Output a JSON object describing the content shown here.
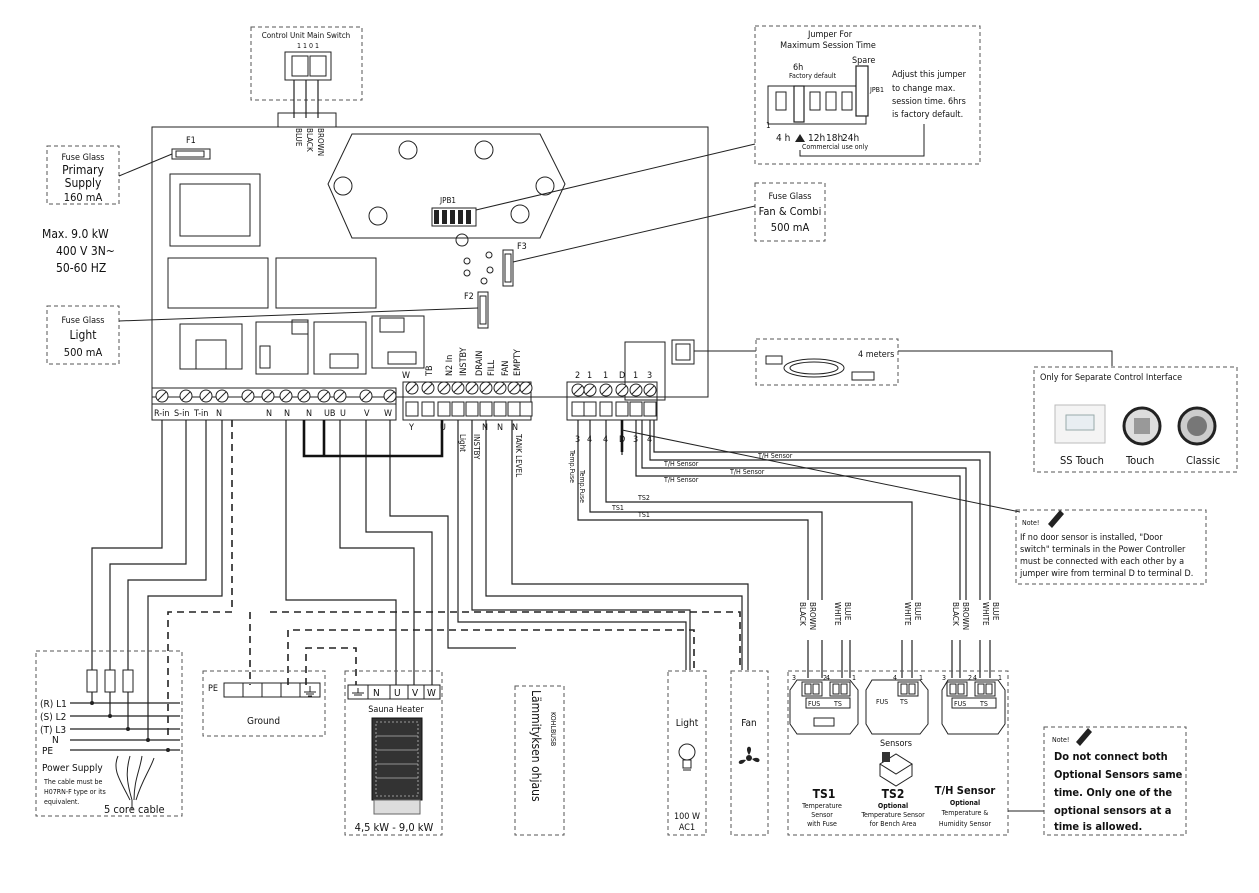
{
  "main_switch": {
    "title": "Control Unit Main Switch",
    "marks": "1 1 0 1"
  },
  "power_wires": {
    "brown": "BROWN",
    "black": "BLACK",
    "blue": "BLUE"
  },
  "fuses": {
    "f1": "F1",
    "f2": "F2",
    "f3": "F3",
    "primary": {
      "l1": "Fuse Glass",
      "l2": "Primary",
      "l3": "Supply",
      "l4": "160 mA"
    },
    "light": {
      "l1": "Fuse Glass",
      "l2": "Light",
      "l3": "500 mA"
    },
    "fan": {
      "l1": "Fuse Glass",
      "l2": "Fan & Combi",
      "l3": "500 mA"
    }
  },
  "rating": {
    "l1": "Max. 9.0 kW",
    "l2": "400 V 3N~",
    "l3": "50-60 HZ"
  },
  "jpb1": "JPB1",
  "jumper": {
    "title1": "Jumper For",
    "title2": "Maximum Session Time",
    "h6": "6h",
    "factory": "Factory default",
    "spare": "Spare",
    "jpb1": "JPB1",
    "one": "1",
    "h4": "4 h",
    "h12": "12h",
    "h18": "18h",
    "h24": "24h",
    "commercial": "Commercial use only",
    "note1": "Adjust this jumper",
    "note2": "to change max.",
    "note3": "session time. 6hrs",
    "note4": "is factory default."
  },
  "cable": {
    "length": "4 meters"
  },
  "control_interface": {
    "title": "Only for Separate Control Interface",
    "ss": "SS Touch",
    "touch": "Touch",
    "classic": "Classic"
  },
  "terminals": {
    "main": [
      "R-in",
      "S-in",
      "T-in",
      "N",
      "N",
      "N",
      "N",
      "UB",
      "U",
      "V",
      "W"
    ],
    "upper": [
      "W",
      "TB",
      "N2 In",
      "INSTBY",
      "DRAIN",
      "FILL",
      "FAN",
      "EMPTY"
    ],
    "upper_bottom": [
      "Y",
      "U",
      "N",
      "N",
      "N"
    ],
    "sensor_top": [
      "2",
      "1",
      "1",
      "D",
      "1",
      "3"
    ],
    "sensor_bottom": [
      "3",
      "4",
      "4",
      "D",
      "3",
      "4"
    ]
  },
  "vertical_labels": {
    "light": "Light",
    "instby": "INSTBY",
    "tank": "TANK LEVEL",
    "tempfuse1": "Temp.Fuse",
    "tempfuse2": "Temp.Fuse"
  },
  "sensor_lines": {
    "th1": "T/H Sensor",
    "th2": "T/H Sensor",
    "th3": "T/H Sensor",
    "th4": "T/H Sensor",
    "ts2": "TS2",
    "ts1a": "TS1",
    "ts1b": "TS1"
  },
  "wire_colors": {
    "ts1_a": "BROWN",
    "ts1_b": "BLACK",
    "ts1_c": "BLUE",
    "ts1_d": "WHITE",
    "ts2_a": "BLUE",
    "ts2_b": "WHITE",
    "th_a": "BROWN",
    "th_b": "BLACK",
    "th_c": "BLUE",
    "th_d": "WHITE"
  },
  "door_note": {
    "title": "Note!",
    "l1": "If no door sensor is installed, \"Door",
    "l2": "switch\" terminals in the Power Controller",
    "l3": "must be connected with each other by a",
    "l4": "jumper wire from terminal D to terminal D."
  },
  "supply": {
    "l1": "(R) L1",
    "l2": "(S) L2",
    "l3": "(T) L3",
    "n": "N",
    "pe": "PE",
    "title": "Power Supply",
    "note1": "The cable must be",
    "note2": "H07RN-F type or its",
    "note3": "equivalent.",
    "cable": "5 core cable"
  },
  "ground": {
    "pe": "PE",
    "label": "Ground"
  },
  "heater": {
    "terms": [
      "N",
      "U",
      "V",
      "W"
    ],
    "title": "Sauna Heater",
    "range": "4,5 kW - 9,0 kW"
  },
  "control_heat": {
    "main": "Lämmityksen ohjaus",
    "sub": "KOHLBUSB"
  },
  "light": {
    "label": "Light",
    "watt": "100 W",
    "ac": "AC1"
  },
  "fan": {
    "label": "Fan"
  },
  "sensors": {
    "title": "Sensors",
    "ts1": {
      "name": "TS1",
      "d1": "Temperature",
      "d2": "Sensor",
      "d3": "with Fuse"
    },
    "ts2": {
      "name": "TS2",
      "d0": "Optional",
      "d1": "Temperature Sensor",
      "d2": "for Bench Area"
    },
    "th": {
      "name": "T/H Sensor",
      "d0": "Optional",
      "d1": "Temperature &",
      "d2": "Humidity Sensor"
    },
    "fus": "FUS",
    "ts": "TS",
    "pins_ts1": [
      "3",
      "2",
      "4",
      "1"
    ],
    "pins_ts2": [
      "4",
      "1"
    ],
    "pins_th": [
      "3",
      "2",
      "4",
      "1"
    ]
  },
  "optional_note": {
    "title": "Note!",
    "l1": "Do not connect both",
    "l2": "Optional Sensors same",
    "l3": "time. Only one of the",
    "l4": "optional sensors at a",
    "l5": "time is allowed."
  }
}
